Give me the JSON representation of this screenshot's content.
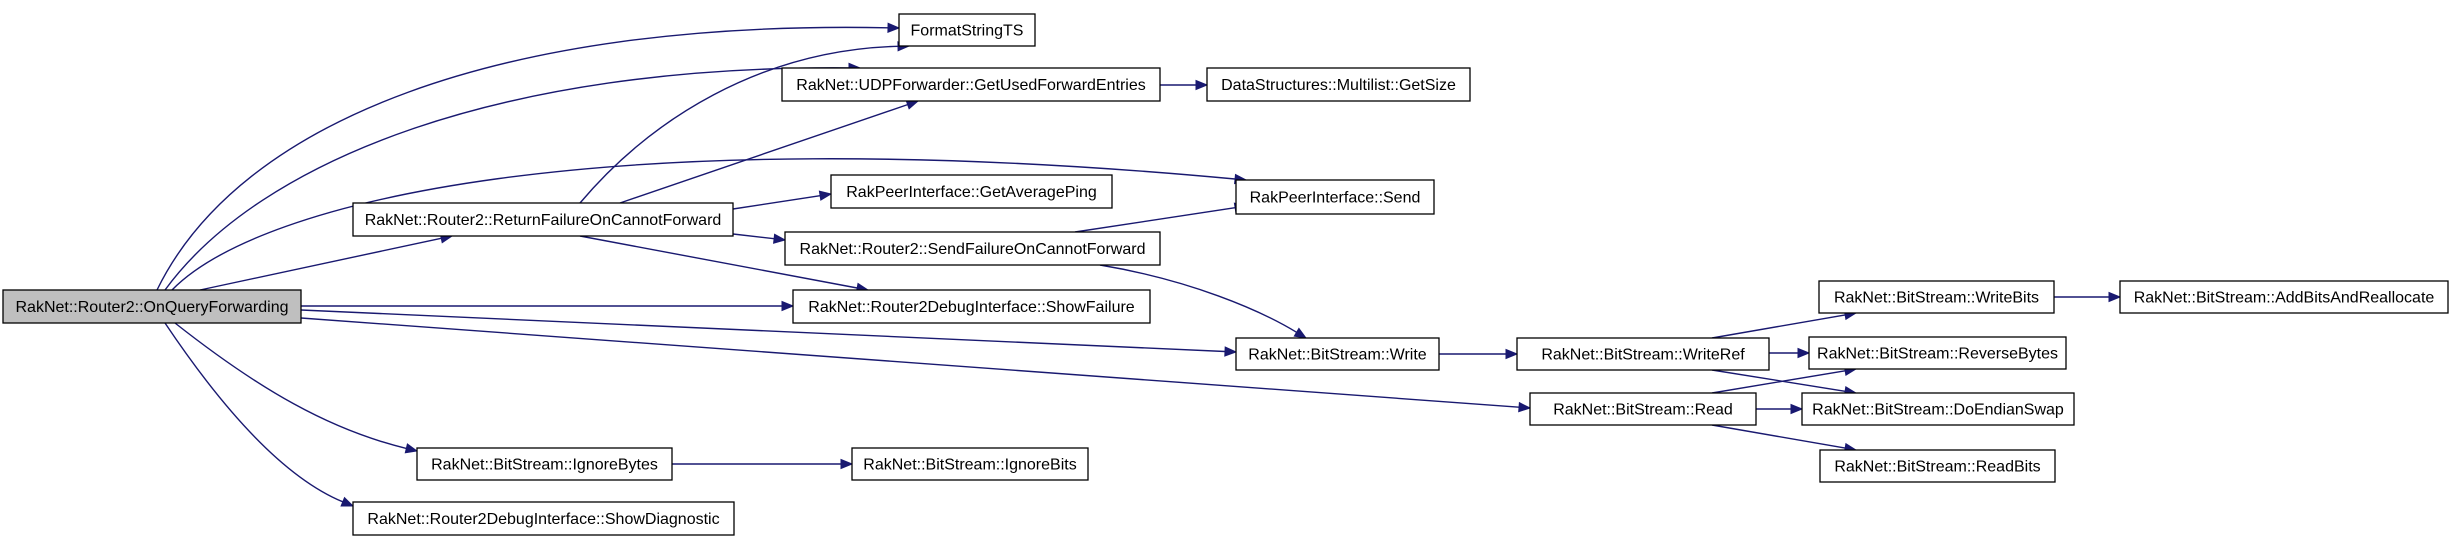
{
  "graph": {
    "colors": {
      "edge": "#191970",
      "root_fill": "#bfbfbf",
      "node_fill": "#ffffff",
      "node_border": "#000000"
    },
    "nodes": [
      {
        "id": "n0",
        "label": "RakNet::Router2::OnQueryForwarding"
      },
      {
        "id": "n1",
        "label": "FormatStringTS"
      },
      {
        "id": "n2",
        "label": "RakNet::UDPForwarder::GetUsedForwardEntries"
      },
      {
        "id": "n3",
        "label": "DataStructures::Multilist::GetSize"
      },
      {
        "id": "n4",
        "label": "RakNet::Router2::ReturnFailureOnCannotForward"
      },
      {
        "id": "n5",
        "label": "RakPeerInterface::GetAveragePing"
      },
      {
        "id": "n6",
        "label": "RakPeerInterface::Send"
      },
      {
        "id": "n7",
        "label": "RakNet::Router2::SendFailureOnCannotForward"
      },
      {
        "id": "n8",
        "label": "RakNet::Router2DebugInterface::ShowFailure"
      },
      {
        "id": "n9",
        "label": "RakNet::BitStream::Write"
      },
      {
        "id": "n10",
        "label": "RakNet::BitStream::WriteRef"
      },
      {
        "id": "n11",
        "label": "RakNet::BitStream::WriteBits"
      },
      {
        "id": "n12",
        "label": "RakNet::BitStream::AddBitsAndReallocate"
      },
      {
        "id": "n13",
        "label": "RakNet::BitStream::ReverseBytes"
      },
      {
        "id": "n14",
        "label": "RakNet::BitStream::DoEndianSwap"
      },
      {
        "id": "n15",
        "label": "RakNet::BitStream::Read"
      },
      {
        "id": "n16",
        "label": "RakNet::BitStream::ReadBits"
      },
      {
        "id": "n17",
        "label": "RakNet::BitStream::IgnoreBytes"
      },
      {
        "id": "n18",
        "label": "RakNet::BitStream::IgnoreBits"
      },
      {
        "id": "n19",
        "label": "RakNet::Router2DebugInterface::ShowDiagnostic"
      }
    ],
    "edges": [
      {
        "from": "n0",
        "to": "n1"
      },
      {
        "from": "n0",
        "to": "n2"
      },
      {
        "from": "n0",
        "to": "n6"
      },
      {
        "from": "n0",
        "to": "n4"
      },
      {
        "from": "n0",
        "to": "n8"
      },
      {
        "from": "n0",
        "to": "n9"
      },
      {
        "from": "n0",
        "to": "n15"
      },
      {
        "from": "n0",
        "to": "n17"
      },
      {
        "from": "n0",
        "to": "n19"
      },
      {
        "from": "n2",
        "to": "n3"
      },
      {
        "from": "n4",
        "to": "n1"
      },
      {
        "from": "n4",
        "to": "n2"
      },
      {
        "from": "n4",
        "to": "n5"
      },
      {
        "from": "n4",
        "to": "n7"
      },
      {
        "from": "n4",
        "to": "n8"
      },
      {
        "from": "n7",
        "to": "n6"
      },
      {
        "from": "n7",
        "to": "n9"
      },
      {
        "from": "n9",
        "to": "n10"
      },
      {
        "from": "n10",
        "to": "n11"
      },
      {
        "from": "n10",
        "to": "n13"
      },
      {
        "from": "n10",
        "to": "n14"
      },
      {
        "from": "n11",
        "to": "n12"
      },
      {
        "from": "n15",
        "to": "n13"
      },
      {
        "from": "n15",
        "to": "n14"
      },
      {
        "from": "n15",
        "to": "n16"
      },
      {
        "from": "n17",
        "to": "n18"
      }
    ]
  }
}
